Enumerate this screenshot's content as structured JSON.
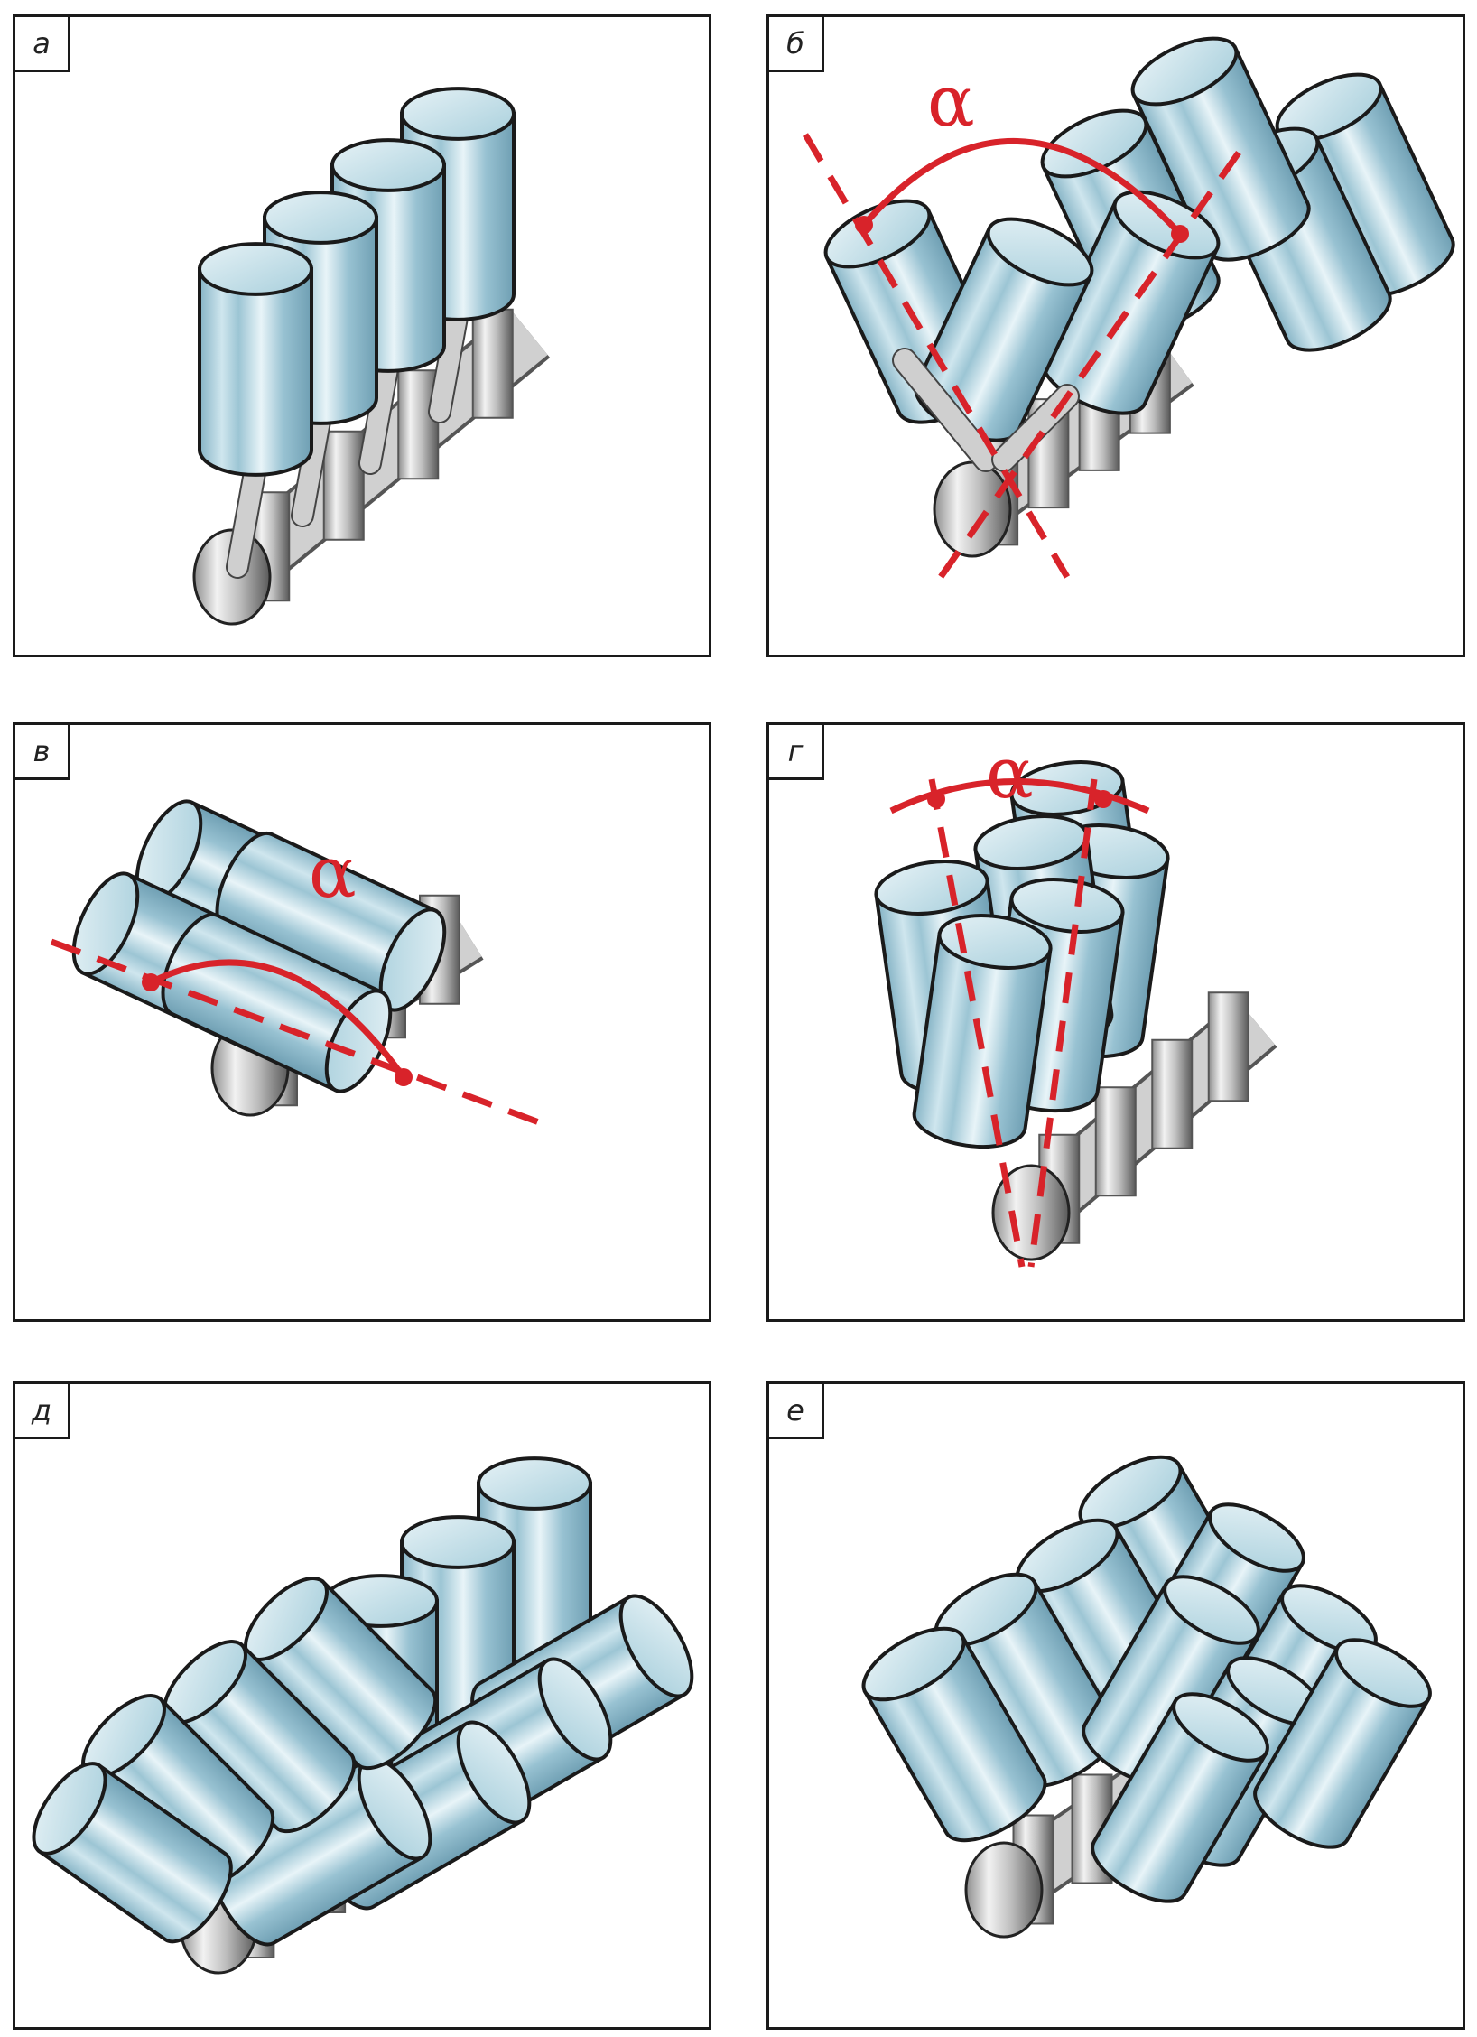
{
  "panels": [
    {
      "label": "а",
      "description_tag": "inline"
    },
    {
      "label": "б",
      "angle_symbol": "α"
    },
    {
      "label": "в",
      "angle_symbol": "α"
    },
    {
      "label": "г",
      "angle_symbol": "α"
    },
    {
      "label": "д"
    },
    {
      "label": "е"
    }
  ],
  "colors": {
    "accent": "#d8232a",
    "cylinder": "#a9cfdd",
    "border": "#1a1a1a"
  }
}
